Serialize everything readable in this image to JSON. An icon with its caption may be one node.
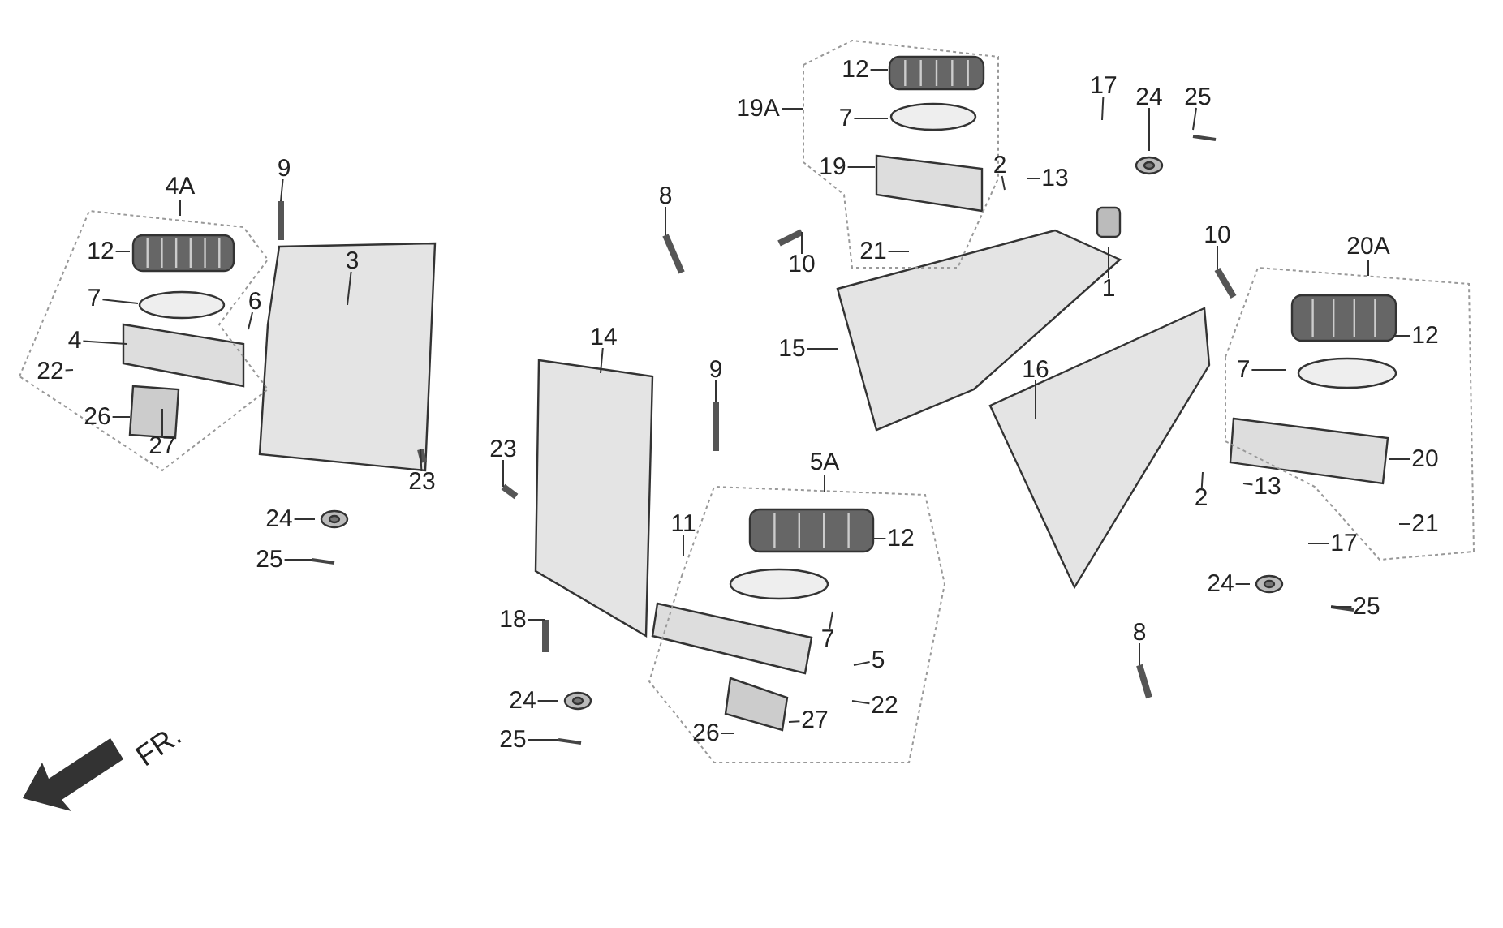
{
  "diagram": {
    "nodes": [
      {
        "text": [
          "4A"
        ]
      },
      {
        "text": [
          "12"
        ],
        "in": 0
      },
      {
        "text": [
          "7"
        ],
        "in": 0
      },
      {
        "text": [
          "4"
        ],
        "in": 0
      },
      {
        "text": [
          "22"
        ],
        "in": 0
      },
      {
        "text": [
          "26"
        ],
        "in": 0
      },
      {
        "text": [
          "27"
        ],
        "in": 0
      },
      {
        "text": [
          "9"
        ]
      },
      {
        "text": [
          "6"
        ]
      },
      {
        "text": [
          "3"
        ]
      },
      {
        "text": [
          "23"
        ]
      },
      {
        "text": [
          "24"
        ]
      },
      {
        "text": [
          "25"
        ]
      },
      {
        "text": [
          "8"
        ]
      },
      {
        "text": [
          "14"
        ]
      },
      {
        "text": [
          "23"
        ]
      },
      {
        "text": [
          "9"
        ]
      },
      {
        "text": [
          "11"
        ]
      },
      {
        "text": [
          "18"
        ]
      },
      {
        "text": [
          "24"
        ]
      },
      {
        "text": [
          "25"
        ]
      },
      {
        "text": [
          "5A"
        ]
      },
      {
        "text": [
          "12"
        ],
        "in": 21
      },
      {
        "text": [
          "7"
        ],
        "in": 21
      },
      {
        "text": [
          "5"
        ],
        "in": 21
      },
      {
        "text": [
          "22"
        ],
        "in": 21
      },
      {
        "text": [
          "27"
        ],
        "in": 21
      },
      {
        "text": [
          "26"
        ],
        "in": 21
      },
      {
        "text": [
          "19A"
        ]
      },
      {
        "text": [
          "12"
        ],
        "in": 28
      },
      {
        "text": [
          "7"
        ],
        "in": 28
      },
      {
        "text": [
          "19"
        ],
        "in": 28
      },
      {
        "text": [
          "21"
        ],
        "in": 28
      },
      {
        "text": [
          "10"
        ]
      },
      {
        "text": [
          "15"
        ]
      },
      {
        "text": [
          "2"
        ]
      },
      {
        "text": [
          "13"
        ]
      },
      {
        "text": [
          "17"
        ]
      },
      {
        "text": [
          "24"
        ]
      },
      {
        "text": [
          "25"
        ]
      },
      {
        "text": [
          "1"
        ]
      },
      {
        "text": [
          "16"
        ]
      },
      {
        "text": [
          "10"
        ]
      },
      {
        "text": [
          "20A"
        ]
      },
      {
        "text": [
          "12"
        ],
        "in": 43
      },
      {
        "text": [
          "7"
        ],
        "in": 43
      },
      {
        "text": [
          "20"
        ],
        "in": 43
      },
      {
        "text": [
          "21"
        ],
        "in": 43
      },
      {
        "text": [
          "2"
        ]
      },
      {
        "text": [
          "13"
        ]
      },
      {
        "text": [
          "17"
        ]
      },
      {
        "text": [
          "24"
        ]
      },
      {
        "text": [
          "25"
        ]
      },
      {
        "text": [
          "8"
        ]
      }
    ],
    "edges": [
      {
        "from": 1,
        "to": null,
        "arrow": "none"
      },
      {
        "from": 2,
        "to": null,
        "arrow": "none"
      },
      {
        "from": 3,
        "to": null,
        "arrow": "none"
      },
      {
        "from": 4,
        "to": null,
        "arrow": "none"
      },
      {
        "from": 5,
        "to": null,
        "arrow": "none"
      },
      {
        "from": 6,
        "to": null,
        "arrow": "none"
      },
      {
        "from": 7,
        "to": null,
        "arrow": "none"
      },
      {
        "from": 8,
        "to": null,
        "arrow": "none"
      },
      {
        "from": 9,
        "to": null,
        "arrow": "none"
      },
      {
        "from": 10,
        "to": null,
        "arrow": "none"
      },
      {
        "from": 11,
        "to": null,
        "arrow": "none"
      },
      {
        "from": 12,
        "to": null,
        "arrow": "none"
      },
      {
        "from": 13,
        "to": null,
        "arrow": "none"
      },
      {
        "from": 14,
        "to": null,
        "arrow": "none"
      },
      {
        "from": 15,
        "to": null,
        "arrow": "none"
      },
      {
        "from": 16,
        "to": null,
        "arrow": "none"
      },
      {
        "from": 17,
        "to": null,
        "arrow": "none"
      },
      {
        "from": 18,
        "to": null,
        "arrow": "none"
      },
      {
        "from": 19,
        "to": null,
        "arrow": "none"
      },
      {
        "from": 20,
        "to": null,
        "arrow": "none"
      },
      {
        "from": 22,
        "to": null,
        "arrow": "none"
      },
      {
        "from": 23,
        "to": null,
        "arrow": "none"
      },
      {
        "from": 24,
        "to": null,
        "arrow": "none"
      },
      {
        "from": 25,
        "to": null,
        "arrow": "none"
      },
      {
        "from": 26,
        "to": null,
        "arrow": "none"
      },
      {
        "from": 27,
        "to": null,
        "arrow": "none"
      },
      {
        "from": 29,
        "to": null,
        "arrow": "none"
      },
      {
        "from": 30,
        "to": null,
        "arrow": "none"
      },
      {
        "from": 31,
        "to": null,
        "arrow": "none"
      },
      {
        "from": 32,
        "to": null,
        "arrow": "none"
      },
      {
        "from": 33,
        "to": null,
        "arrow": "none"
      },
      {
        "from": 34,
        "to": null,
        "arrow": "none"
      },
      {
        "from": 35,
        "to": null,
        "arrow": "none"
      },
      {
        "from": 36,
        "to": null,
        "arrow": "none"
      },
      {
        "from": 37,
        "to": null,
        "arrow": "none"
      },
      {
        "from": 38,
        "to": null,
        "arrow": "none"
      },
      {
        "from": 39,
        "to": null,
        "arrow": "none"
      },
      {
        "from": 40,
        "to": null,
        "arrow": "none"
      },
      {
        "from": 41,
        "to": null,
        "arrow": "none"
      },
      {
        "from": 42,
        "to": null,
        "arrow": "none"
      },
      {
        "from": 44,
        "to": null,
        "arrow": "none"
      },
      {
        "from": 45,
        "to": null,
        "arrow": "none"
      },
      {
        "from": 46,
        "to": null,
        "arrow": "none"
      },
      {
        "from": 47,
        "to": null,
        "arrow": "none"
      },
      {
        "from": 48,
        "to": null,
        "arrow": "none"
      },
      {
        "from": 49,
        "to": null,
        "arrow": "none"
      },
      {
        "from": 50,
        "to": null,
        "arrow": "none"
      },
      {
        "from": 51,
        "to": null,
        "arrow": "none"
      },
      {
        "from": 52,
        "to": null,
        "arrow": "none"
      },
      {
        "from": 53,
        "to": null,
        "arrow": "none"
      }
    ],
    "labels": [
      "FR."
    ]
  }
}
